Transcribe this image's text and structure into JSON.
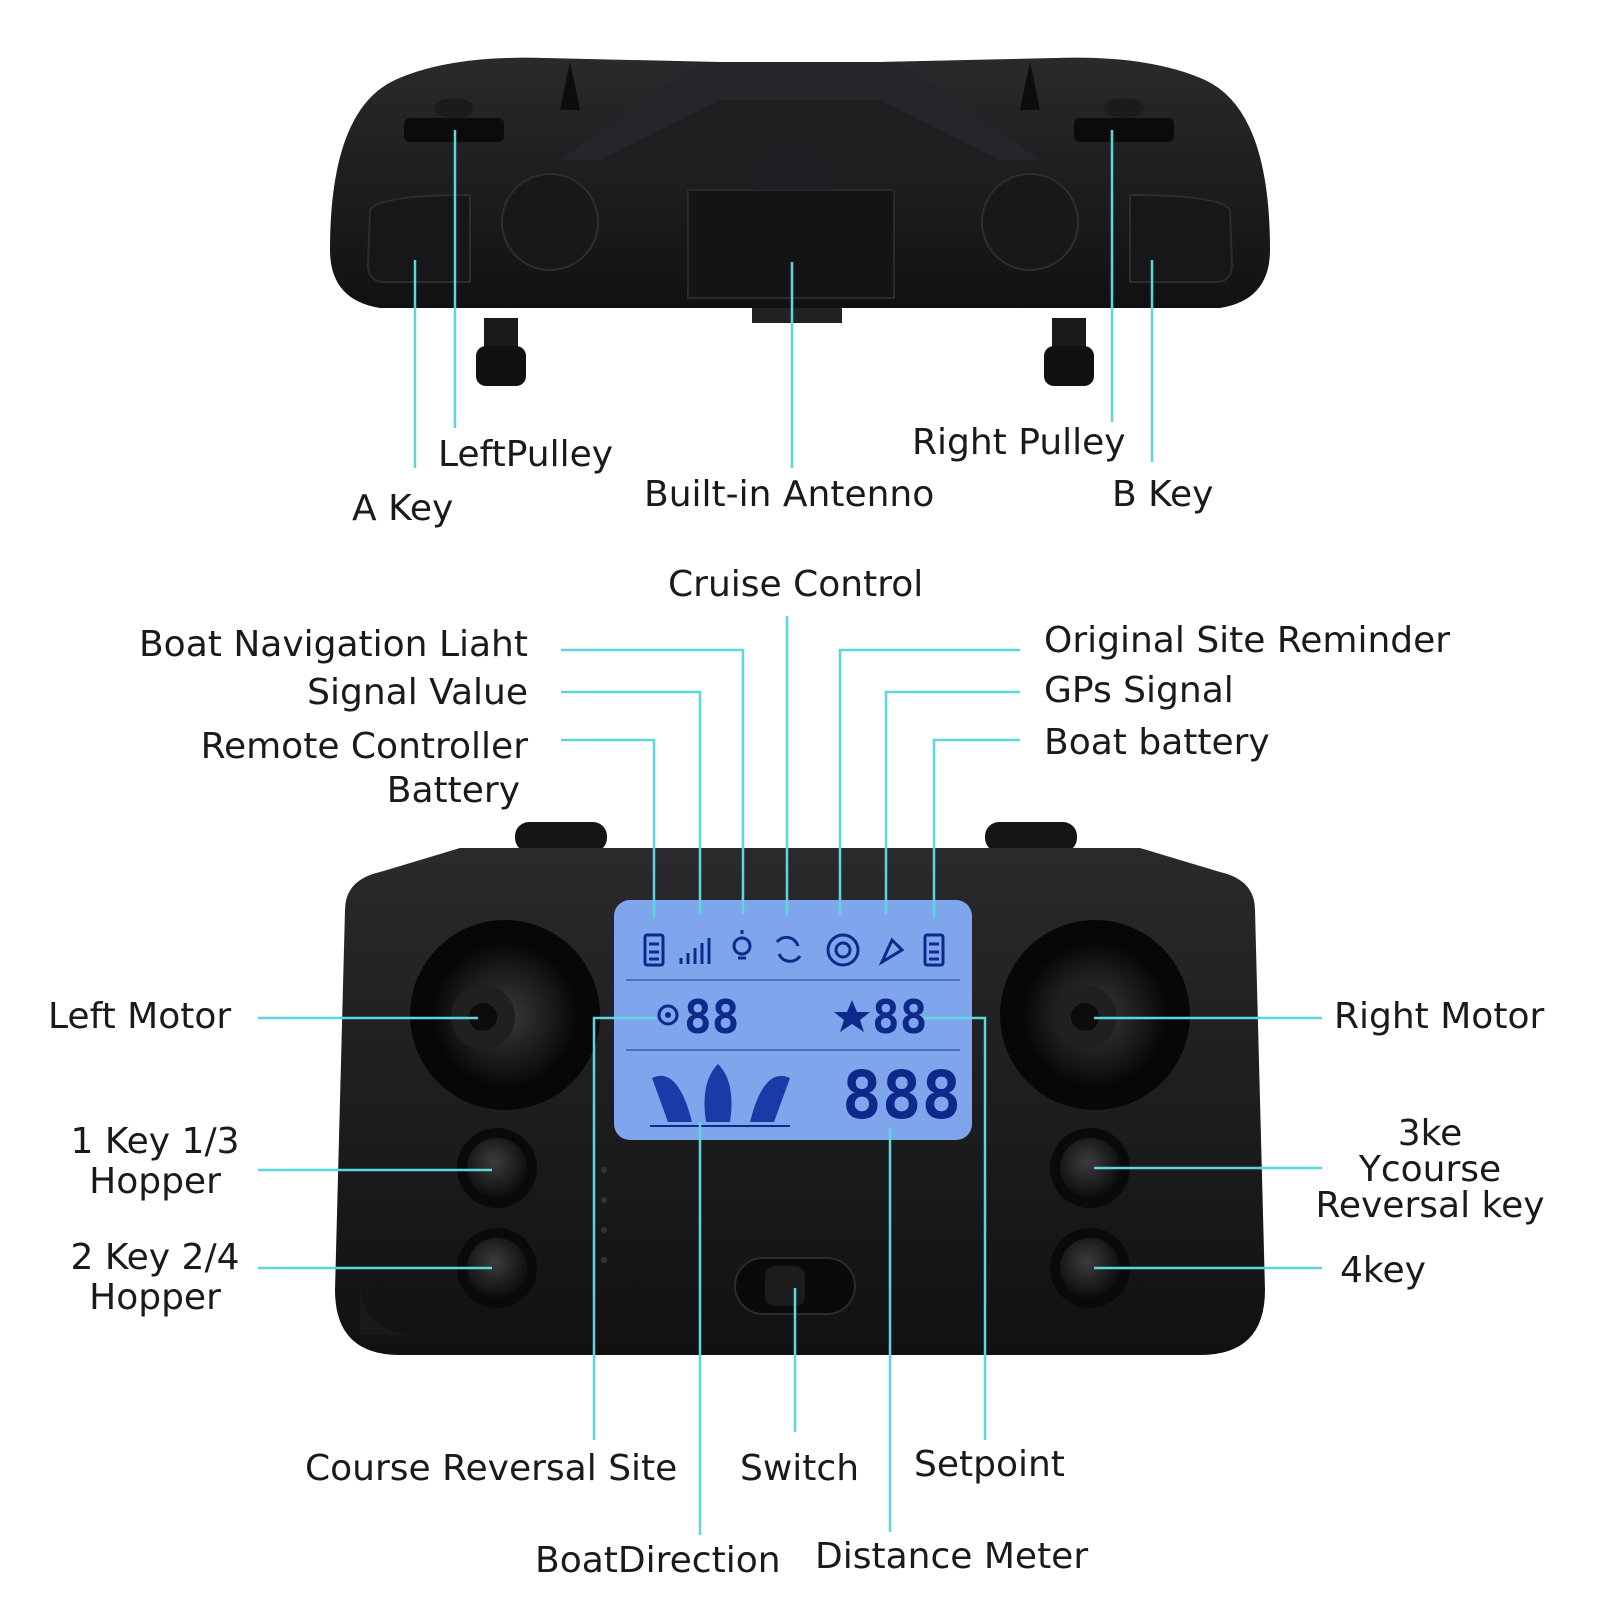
{
  "colors": {
    "leader": "#5fd6dc",
    "device": "#1c1c1e",
    "lcd": "#7fa6ec",
    "lcd_ink": "#0d2a8a"
  },
  "labels": {
    "left_pulley": "LeftPulley",
    "a_key": "A Key",
    "built_in_antenna": "Built-in Antenno",
    "right_pulley": "Right Pulley",
    "b_key": "B Key",
    "cruise_control": "Cruise Control",
    "boat_navigation_light": "Boat Navigation Liaht",
    "signal_value": "Signal Value",
    "remote_controller_battery_1": "Remote Controller",
    "remote_controller_battery_2": "Battery",
    "original_site_reminder": "Original Site Reminder",
    "gps_signal": "GPs Signal",
    "boat_battery": "Boat battery",
    "left_motor": "Left Motor",
    "right_motor": "Right Motor",
    "key1_line1": "1 Key 1/3",
    "key1_line2": "Hopper",
    "key2_line1": "2 Key 2/4",
    "key2_line2": "Hopper",
    "key3_line1": "3ke",
    "key3_line2": "Ycourse",
    "key3_line3": "Reversal key",
    "key4": "4key",
    "course_reversal_site": "Course Reversal Site",
    "switch": "Switch",
    "setpoint": "Setpoint",
    "boat_direction": "BoatDirection",
    "distance_meter": "Distance Meter"
  },
  "lcd": {
    "course_reversal_value": "88",
    "setpoint_value": "88",
    "distance_value": "888"
  }
}
